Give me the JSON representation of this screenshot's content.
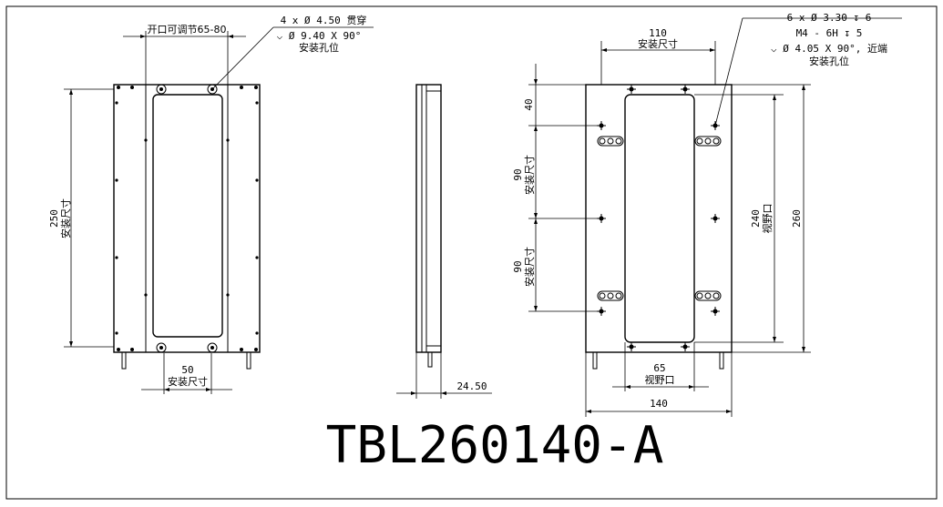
{
  "title": "TBL260140-A",
  "left_view": {
    "callout_holes": "4 x Ø 4.50 贯穿",
    "callout_csink": "⌵ Ø 9.40 X 90°",
    "callout_label": "安装孔位",
    "opening_label": "开口可调节65-80",
    "height_value": "250",
    "height_label": "安装尺寸",
    "width_value": "50",
    "width_label": "安装尺寸"
  },
  "side_view": {
    "thickness_value": "24.50"
  },
  "right_view": {
    "callout_holes": "6 x Ø 3.30 ↧ 6",
    "callout_thread": "M4 - 6H ↧ 5",
    "callout_csink": "⌵ Ø 4.05 X 90°, 近端",
    "callout_label": "安装孔位",
    "top_width_value": "110",
    "top_width_label": "安装尺寸",
    "dim_40": "40",
    "dim_90a_value": "90",
    "dim_90a_label": "安装尺寸",
    "dim_90b_value": "90",
    "dim_90b_label": "安装尺寸",
    "view_height_value": "240",
    "view_height_label": "视野口",
    "total_height_value": "260",
    "view_width_value": "65",
    "view_width_label": "视野口",
    "total_width_value": "140"
  }
}
